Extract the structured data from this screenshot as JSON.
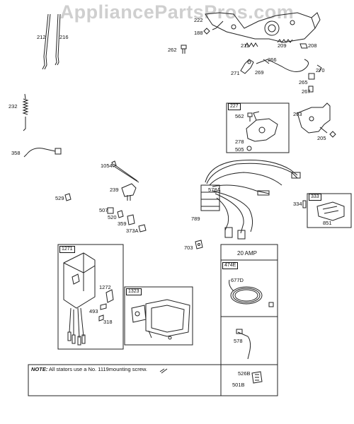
{
  "watermark": "AppliancePartsPros.com",
  "labels": {
    "p212": "212",
    "p216": "216",
    "p188": "188",
    "p222": "222",
    "p262": "262",
    "p211": "211",
    "p209": "209",
    "p208": "208",
    "p266": "266",
    "p271": "271",
    "p269": "269",
    "p270": "270",
    "p265": "265",
    "p267": "267",
    "p232": "232",
    "p227": "227",
    "p562": "562",
    "p278": "278",
    "p505": "505",
    "p203": "203",
    "p205": "205",
    "p358": "358",
    "p1054": "1054",
    "p239": "239",
    "p529": "529",
    "p507": "507",
    "p520": "520",
    "p359": "359",
    "p373a": "373A",
    "p578a": "578A",
    "p789": "789",
    "p333": "333",
    "p334": "334",
    "p851": "851",
    "p1271": "1271",
    "p1272": "1272",
    "p493": "493",
    "p318": "318",
    "p1323": "1323",
    "p703": "703",
    "p474e": "474E",
    "p677d": "677D",
    "p578": "578",
    "p526b": "526B",
    "p501b": "501B"
  },
  "amp_label": "20 AMP",
  "note": {
    "prefix": "NOTE:",
    "text": "All stators use a No. 1119mounting screw."
  }
}
